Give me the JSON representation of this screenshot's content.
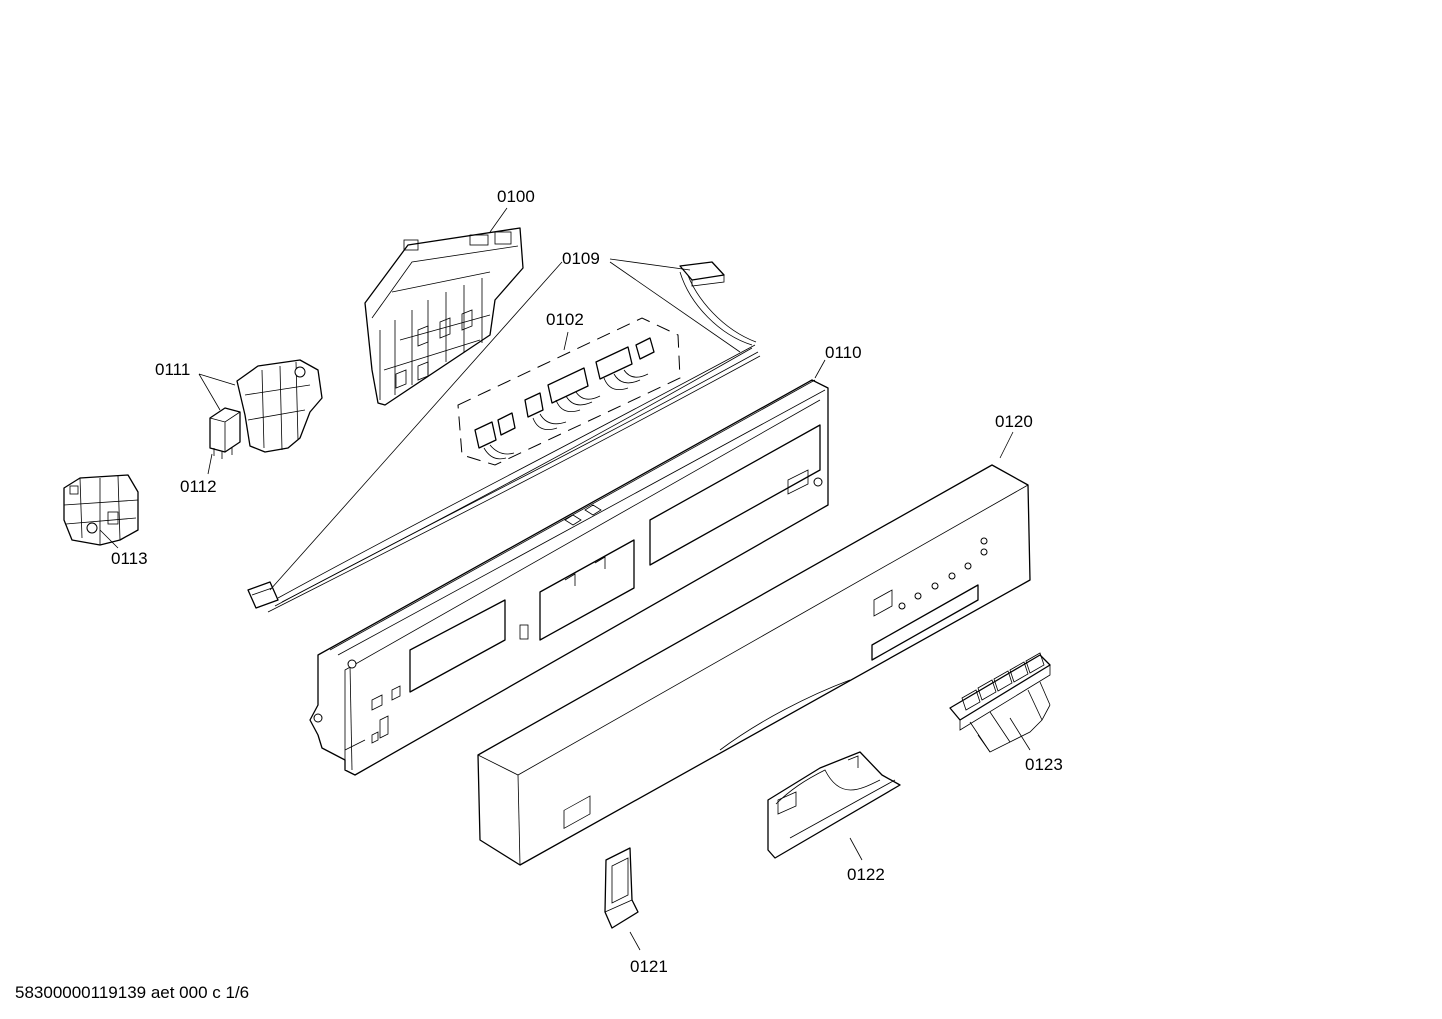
{
  "labels": {
    "p0100": "0100",
    "p0109": "0109",
    "p0102": "0102",
    "p0110": "0110",
    "p0111": "0111",
    "p0112": "0112",
    "p0113": "0113",
    "p0120": "0120",
    "p0121": "0121",
    "p0122": "0122",
    "p0123": "0123"
  },
  "footer": "58300000119139 aet 000 c 1/6"
}
